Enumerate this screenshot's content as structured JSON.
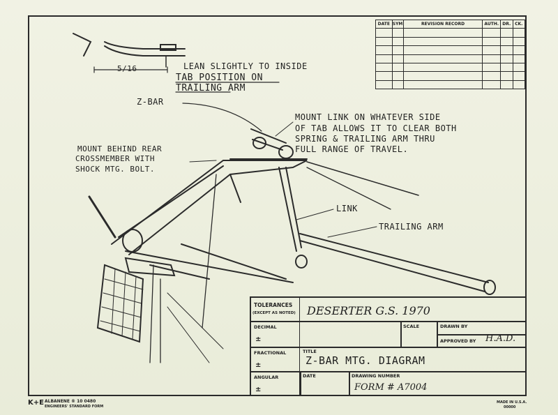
{
  "notes": {
    "lean": "LEAN SLIGHTLY TO INSIDE",
    "dim": "5/16",
    "tab_pos_1": "TAB POSITION ON",
    "tab_pos_2": "TRAILING ARM",
    "zbar": "Z-BAR",
    "mount_link_1": "MOUNT LINK ON WHATEVER SIDE",
    "mount_link_2": "OF TAB ALLOWS IT TO CLEAR BOTH",
    "mount_link_3": "SPRING & TRAILING ARM THRU",
    "mount_link_4": "FULL RANGE OF TRAVEL.",
    "mount_behind_1": "MOUNT BEHIND REAR",
    "mount_behind_2": "CROSSMEMBER WITH",
    "mount_behind_3": "SHOCK MTG. BOLT.",
    "link": "LINK",
    "trailing_arm": "TRAILING ARM"
  },
  "revision": {
    "headers": [
      "DATE",
      "SYM",
      "REVISION RECORD",
      "AUTH.",
      "DR.",
      "CK."
    ]
  },
  "title_block": {
    "tolerances": "TOLERANCES",
    "except": "(EXCEPT AS NOTED)",
    "decimal": "DECIMAL",
    "fractional": "FRACTIONAL",
    "angular": "ANGULAR",
    "pm": "±",
    "project": "DESERTER G.S. 1970",
    "scale": "SCALE",
    "drawn_by": "DRAWN BY",
    "approved_by": "APPROVED BY",
    "approver": "H.A.D.",
    "title_label": "TITLE",
    "title": "Z-BAR MTG. DIAGRAM",
    "date": "DATE",
    "drawing_number_label": "DRAWING NUMBER",
    "drawing_number": "FORM # A7004"
  },
  "footer": {
    "brand": "K+E",
    "paper": "ALBANENE ® 10 0480",
    "standard": "ENGINEERS' STANDARD FORM",
    "made_in": "MADE IN U.S.A.",
    "code": "00000"
  }
}
